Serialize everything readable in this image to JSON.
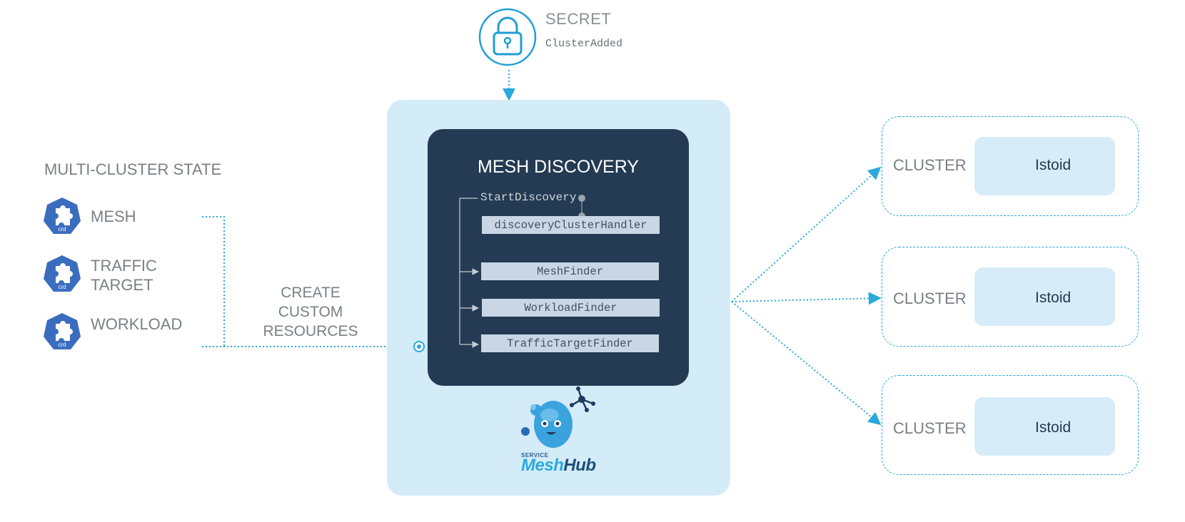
{
  "secret": {
    "title": "SECRET",
    "event": "ClusterAdded",
    "icon": "lock-icon"
  },
  "multi_cluster_state": {
    "title": "MULTI-CLUSTER STATE",
    "resources": [
      {
        "label_lines": [
          "MESH"
        ],
        "badge": "crd"
      },
      {
        "label_lines": [
          "TRAFFIC",
          "TARGET"
        ],
        "badge": "crd"
      },
      {
        "label_lines": [
          "WORKLOAD"
        ],
        "badge": "crd"
      }
    ]
  },
  "create_label": [
    "CREATE",
    "CUSTOM",
    "RESOURCES"
  ],
  "mesh_discovery": {
    "title": "MESH DISCOVERY",
    "start": "StartDiscovery",
    "handler": "discoveryClusterHandler",
    "finders": [
      "MeshFinder",
      "WorkloadFinder",
      "TrafficTargetFinder"
    ]
  },
  "clusters": [
    {
      "label": "CLUSTER",
      "istio": "Istoid"
    },
    {
      "label": "CLUSTER",
      "istio": "Istoid"
    },
    {
      "label": "CLUSTER",
      "istio": "Istoid"
    }
  ],
  "logo": {
    "small": "SERVICE",
    "word1": "Mesh",
    "word2": "Hub"
  },
  "colors": {
    "accent": "#2aa8db",
    "hub_panel": "#d4ebf8",
    "discovery_panel": "#243b53",
    "crd_badge": "#3b6dbf",
    "text_gray": "#7a7f86"
  }
}
